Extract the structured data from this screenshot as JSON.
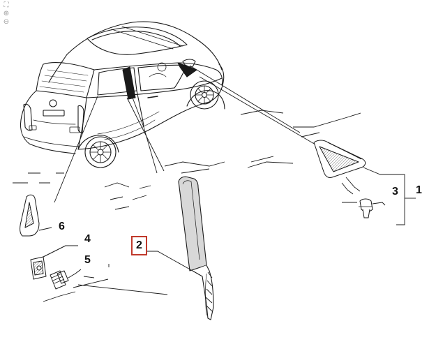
{
  "toolbar": {
    "tools": [
      {
        "icon": "fit-to-window-icon",
        "glyph": "⛶"
      },
      {
        "icon": "zoom-in-icon",
        "glyph": "⊕"
      },
      {
        "icon": "zoom-out-icon",
        "glyph": "⊖"
      }
    ]
  },
  "callouts": [
    {
      "id": "part-1",
      "label": "1",
      "selected": false
    },
    {
      "id": "part-2",
      "label": "2",
      "selected": true
    },
    {
      "id": "part-3",
      "label": "3",
      "selected": false
    },
    {
      "id": "part-4",
      "label": "4",
      "selected": false
    },
    {
      "id": "part-5",
      "label": "5",
      "selected": false
    },
    {
      "id": "part-6",
      "label": "6",
      "selected": false
    }
  ],
  "colors": {
    "line": "#1a1a1a",
    "part_fill": "#d8d8d8",
    "selected_border": "#c0392b"
  }
}
